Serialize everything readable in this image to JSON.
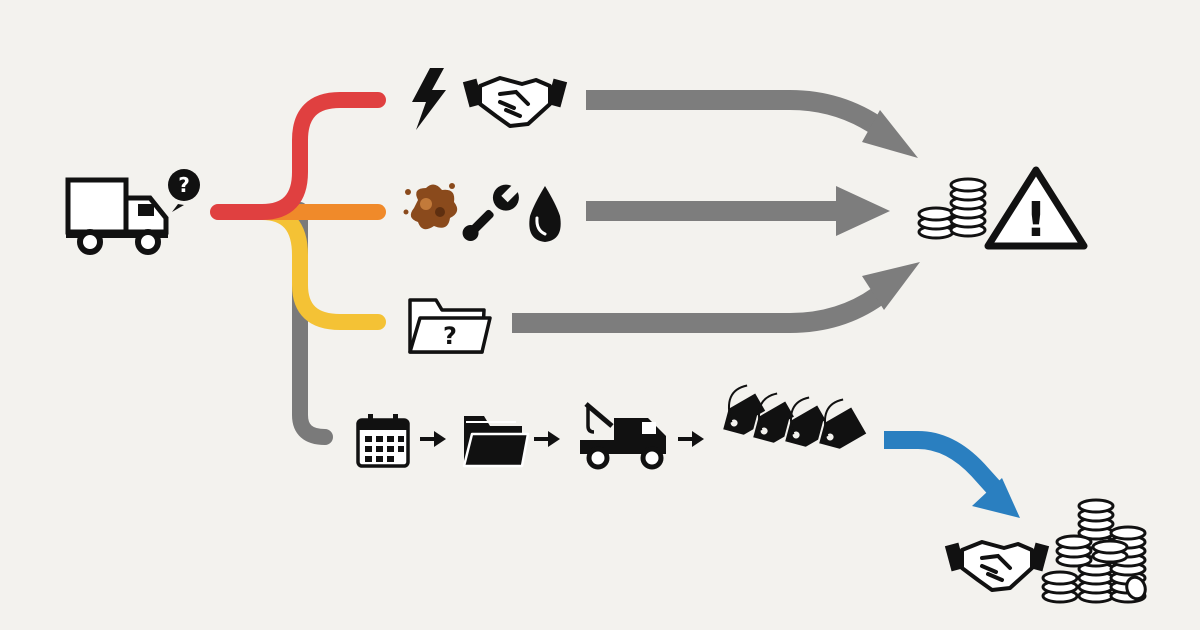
{
  "truck": {
    "icon": "delivery-truck-question-icon",
    "badge_text": "?"
  },
  "branches": [
    {
      "id": "impulse-deal",
      "color": "#e04040",
      "icons": [
        "lightning-bolt-icon",
        "handshake-icon"
      ],
      "outcome": "coins-warning"
    },
    {
      "id": "hidden-damage",
      "color": "#f08a2a",
      "icons": [
        "rust-damage-icon",
        "wrench-icon",
        "oil-drop-icon"
      ],
      "outcome": "coins-warning"
    },
    {
      "id": "unknown-history",
      "color": "#f4c235",
      "icons": [
        "folder-question-icon"
      ],
      "outcome": "coins-warning",
      "folder_badge": "?"
    },
    {
      "id": "planned-process",
      "color": "#7a7a7a",
      "icons": [
        "calendar-icon",
        "folder-icon",
        "tow-truck-icon",
        "price-tags-icon"
      ],
      "outcome": "handshake-coins"
    }
  ],
  "outcomes": {
    "risk": {
      "icons": [
        "coin-stack-icon",
        "warning-triangle-icon"
      ],
      "warning_mark": "!"
    },
    "success": {
      "icons": [
        "handshake-icon",
        "coin-stacks-icon"
      ],
      "arrow_color": "#2a7fc0"
    }
  },
  "colors": {
    "background": "#f3f2ee",
    "gray_arrow": "#7d7d7d",
    "ink": "#111111"
  }
}
